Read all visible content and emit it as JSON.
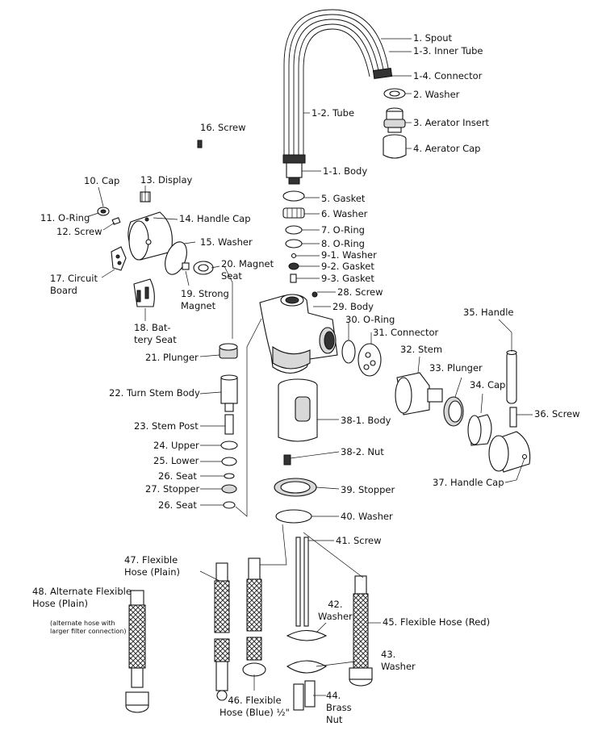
{
  "labels": {
    "spout": "1. Spout",
    "inner_tube": "1-3. Inner Tube",
    "connector_1_4": "1-4. Connector",
    "washer_2": "2. Washer",
    "aerator_insert": "3. Aerator Insert",
    "aerator_cap": "4. Aerator Cap",
    "tube": "1-2. Tube",
    "body_1_1": "1-1. Body",
    "screw_16": "16. Screw",
    "cap_10": "10. Cap",
    "display_13": "13. Display",
    "oring_11": "11. O-Ring",
    "screw_12": "12. Screw",
    "handle_cap_14": "14. Handle Cap",
    "washer_15": "15. Washer",
    "magnet_seat_20": "20. Magnet\nSeat",
    "circuit_board_17": "17. Circuit\nBoard",
    "strong_magnet_19": "19. Strong\nMagnet",
    "battery_seat_18": "18. Bat-\ntery Seat",
    "gasket_5": "5. Gasket",
    "washer_6": "6. Washer",
    "oring_7": "7. O-Ring",
    "oring_8": "8. O-Ring",
    "washer_9_1": "9-1. Washer",
    "gasket_9_2": "9-2. Gasket",
    "gasket_9_3": "9-3. Gasket",
    "screw_28": "28. Screw",
    "body_29": "29. Body",
    "oring_30": "30. O-Ring",
    "connector_31": "31. Connector",
    "handle_35": "35. Handle",
    "stem_32": "32. Stem",
    "plunger_33": "33. Plunger",
    "cap_34": "34. Cap",
    "screw_36": "36. Screw",
    "handle_cap_37": "37. Handle Cap",
    "plunger_21": "21. Plunger",
    "turn_stem_body_22": "22. Turn Stem Body",
    "stem_post_23": "23. Stem Post",
    "upper_24": "24. Upper",
    "lower_25": "25. Lower",
    "seat_26a": "26. Seat",
    "stopper_27": "27. Stopper",
    "seat_26b": "26. Seat",
    "body_38_1": "38-1. Body",
    "nut_38_2": "38-2. Nut",
    "stopper_39": "39. Stopper",
    "washer_40": "40. Washer",
    "screw_41": "41. Screw",
    "flex_hose_plain_47": "47. Flexible\nHose (Plain)",
    "alt_hose_48": "48. Alternate Flexible\nHose (Plain)",
    "alt_hose_note": "(alternate hose with\nlarger filter connection)",
    "washer_42": "42.\nWasher",
    "flex_hose_red_45": "45. Flexible Hose (Red)",
    "washer_43": "43.\nWasher",
    "brass_nut_44": "44.\nBrass\nNut",
    "flex_hose_blue_46": "46. Flexible\nHose (Blue) ½\""
  }
}
